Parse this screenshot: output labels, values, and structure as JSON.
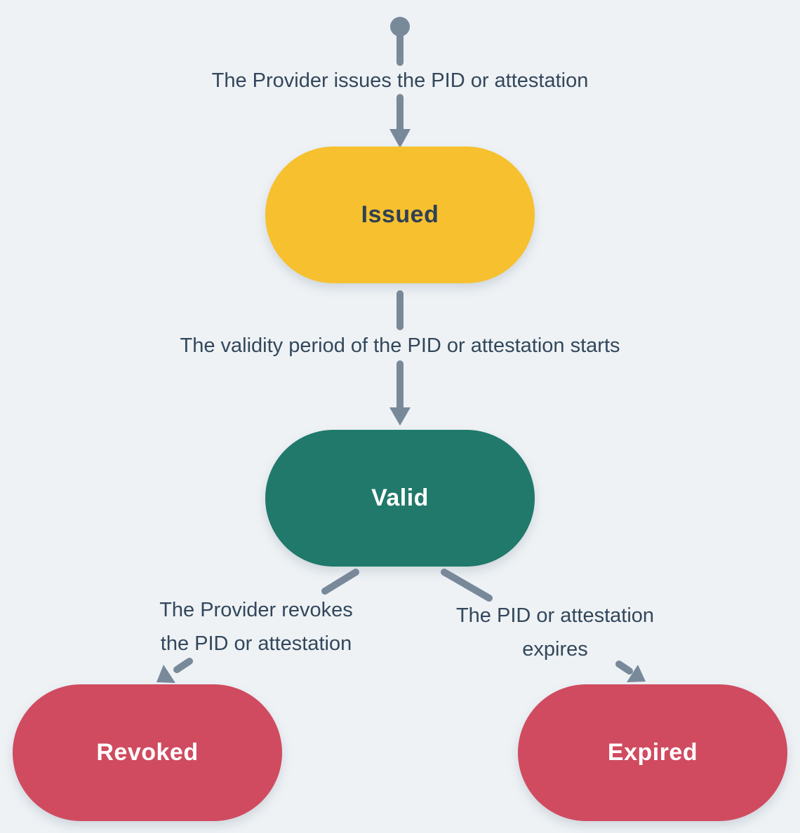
{
  "diagram": {
    "type": "state-lifecycle-diagram",
    "colors": {
      "background": "#EEF2F5",
      "arrow": "#78899A",
      "label_text": "#33475B",
      "issued_fill": "#F6C02F",
      "issued_text": "#2E4153",
      "valid_fill": "#20796A",
      "valid_text": "#FFFFFF",
      "terminal_fill": "#D04B60",
      "terminal_text": "#FFFFFF"
    },
    "nodes": {
      "issued": {
        "label": "Issued"
      },
      "valid": {
        "label": "Valid"
      },
      "revoked": {
        "label": "Revoked"
      },
      "expired": {
        "label": "Expired"
      }
    },
    "edges": {
      "start_to_issued": {
        "label": "The Provider issues the PID or attestation"
      },
      "issued_to_valid": {
        "label": "The validity period of the PID or attestation starts"
      },
      "valid_to_revoked": {
        "line1": "The Provider revokes",
        "line2": "the PID or attestation"
      },
      "valid_to_expired": {
        "line1": "The PID or attestation",
        "line2": "expires"
      }
    }
  }
}
